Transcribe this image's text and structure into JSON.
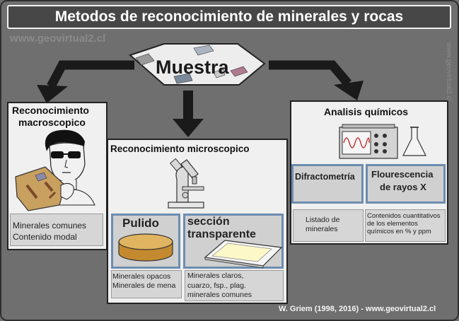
{
  "title": "Metodos de reconocimiento de minerales y rocas",
  "watermark_top": "www.geovirtual2.cl",
  "watermark_side": "www.geovirtual2.cl",
  "center": {
    "label": "Muestra"
  },
  "macro": {
    "title_line1": "Reconocimiento",
    "title_line2": "macroscopico",
    "info_line1": "Minerales comunes",
    "info_line2": "Contenido modal"
  },
  "micro": {
    "title": "Reconocimiento microscopico",
    "pulido": {
      "label": "Pulido",
      "info_line1": "Minerales opacos",
      "info_line2": "Minerales de mena"
    },
    "seccion": {
      "label_line1": "sección",
      "label_line2": "transparente",
      "info_line1": "Minerales claros,",
      "info_line2": "cuarzo, fsp., plag.",
      "info_line3": "minerales comunes"
    }
  },
  "quimicos": {
    "title": "Analisis químicos",
    "difracto": {
      "label": "Difractometría",
      "info_line1": "Listado de",
      "info_line2": "minerales"
    },
    "fluor": {
      "label_line1": "Flourescencia",
      "label_line2": "de rayos X",
      "info_line1": "Contenidos cuantitativos",
      "info_line2": "de los elementos",
      "info_line3": "químicos en % y ppm"
    }
  },
  "footer": "W. Griem (1998, 2016) - www.geovirtual2.cl"
}
